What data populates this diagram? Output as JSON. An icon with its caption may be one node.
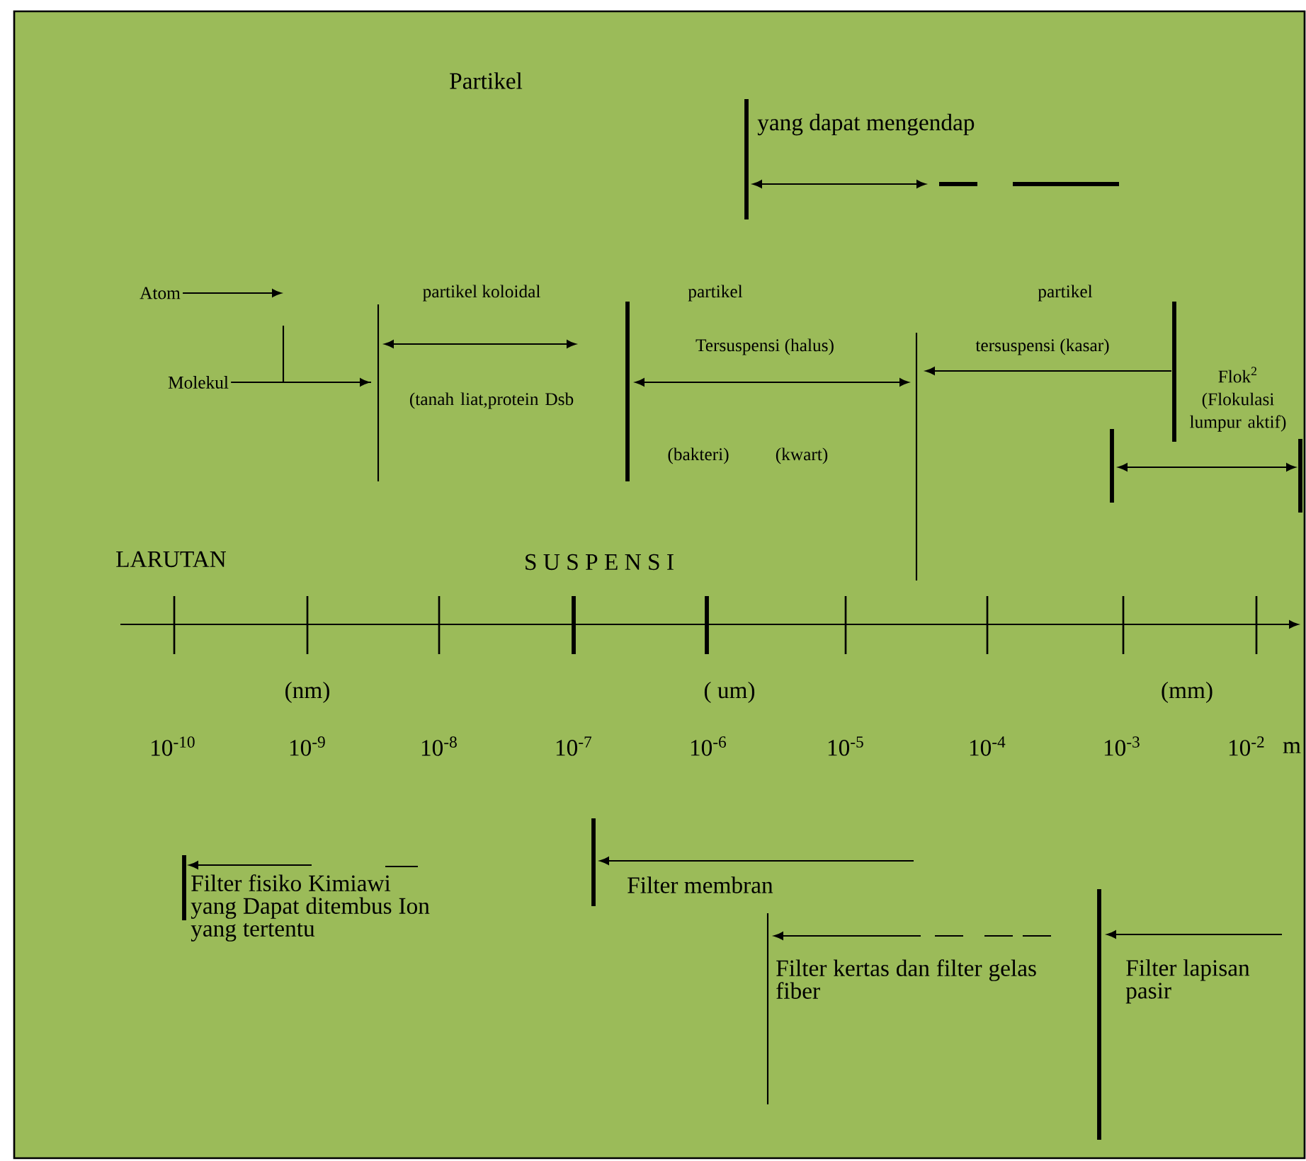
{
  "diagram": {
    "nodes": [
      {
        "text": [
          "Atom"
        ]
      },
      {
        "text": [
          "Molekul"
        ]
      }
    ],
    "edges": [
      {
        "from": 0,
        "to": null,
        "arrow": "to"
      },
      {
        "from": 1,
        "to": null,
        "arrow": "to"
      }
    ],
    "labels": [
      "Partikel",
      "yang dapat mengendap",
      "partikel koloidal",
      "(tanah liat,protein Dsb",
      "partikel",
      "Tersuspensi (halus)",
      "(bakteri)",
      "(kwart)",
      "partikel",
      "tersuspensi (kasar)",
      "Flok$^{2}$ (Flokulasi lumpur aktif)",
      "LARUTAN",
      "S U S P E N S I",
      "(nm)",
      "( um)",
      "(mm)",
      "10$^{-10}$",
      "10$^{-9}$",
      "10$^{-8}$",
      "10$^{-7}$",
      "10$^{-6}$",
      "10$^{-5}$",
      "10$^{-4}$",
      "10$^{-3}$",
      "10$^{-2}$",
      "m",
      "Filter fisiko Kimiawi yang Dapat ditembus Ion yang tertentu",
      "Filter membran",
      "Filter kertas dan filter gelas fiber",
      "Filter lapisan pasir"
    ]
  }
}
